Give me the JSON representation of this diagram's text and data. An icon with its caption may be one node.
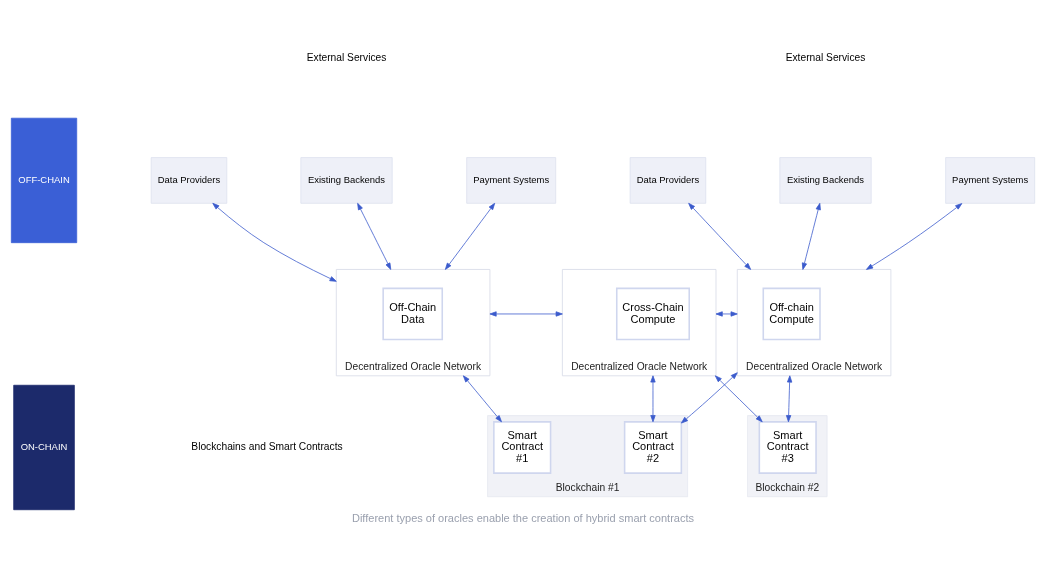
{
  "diagram": {
    "caption": "Different types of oracles enable the creation of hybrid smart contracts",
    "nodes": [
      {
        "text": [
          "OFF-CHAIN"
        ]
      },
      {
        "text": [
          "Data Providers"
        ]
      },
      {
        "text": [
          "Existing Backends"
        ]
      },
      {
        "text": [
          "Payment Systems"
        ]
      },
      {
        "text": [
          "Decentralized Oracle Network"
        ]
      },
      {
        "text": [
          "Off-Chain Data"
        ],
        "in": 4
      },
      {
        "text": [
          "Decentralized Oracle Network"
        ]
      },
      {
        "text": [
          "Cross-Chain Compute"
        ],
        "in": 6
      },
      {
        "text": [
          "Decentralized Oracle Network"
        ]
      },
      {
        "text": [
          "Off-chain Compute"
        ],
        "in": 8
      },
      {
        "text": [
          "Data Providers"
        ]
      },
      {
        "text": [
          "Existing Backends"
        ]
      },
      {
        "text": [
          "Payment Systems"
        ]
      },
      {
        "text": [
          "ON-CHAIN"
        ]
      },
      {
        "text": [
          "Blockchain #1"
        ]
      },
      {
        "text": [
          "Smart Contract #1"
        ],
        "in": 14
      },
      {
        "text": [
          "Smart Contract #2"
        ],
        "in": 14
      },
      {
        "text": [
          "Blockchain #2"
        ]
      },
      {
        "text": [
          "Smart Contract #3"
        ],
        "in": 17
      }
    ],
    "edges": [
      {
        "from": 1,
        "to": 4,
        "arrow": "both"
      },
      {
        "from": 2,
        "to": 4,
        "arrow": "both"
      },
      {
        "from": 3,
        "to": 4,
        "arrow": "both"
      },
      {
        "from": 4,
        "to": 6,
        "arrow": "both"
      },
      {
        "from": 6,
        "to": 8,
        "arrow": "both"
      },
      {
        "from": 8,
        "to": 10,
        "arrow": "both"
      },
      {
        "from": 8,
        "to": 11,
        "arrow": "both"
      },
      {
        "from": 8,
        "to": 12,
        "arrow": "both"
      },
      {
        "from": 4,
        "to": 15,
        "arrow": "both"
      },
      {
        "from": 6,
        "to": 16,
        "arrow": "both"
      },
      {
        "from": 6,
        "to": 18,
        "arrow": "both"
      },
      {
        "from": 8,
        "to": 16,
        "arrow": "both"
      },
      {
        "from": 8,
        "to": 18,
        "arrow": "both"
      }
    ],
    "labels": [
      "External Services",
      "External Services",
      "Blockchains and Smart Contracts"
    ]
  }
}
